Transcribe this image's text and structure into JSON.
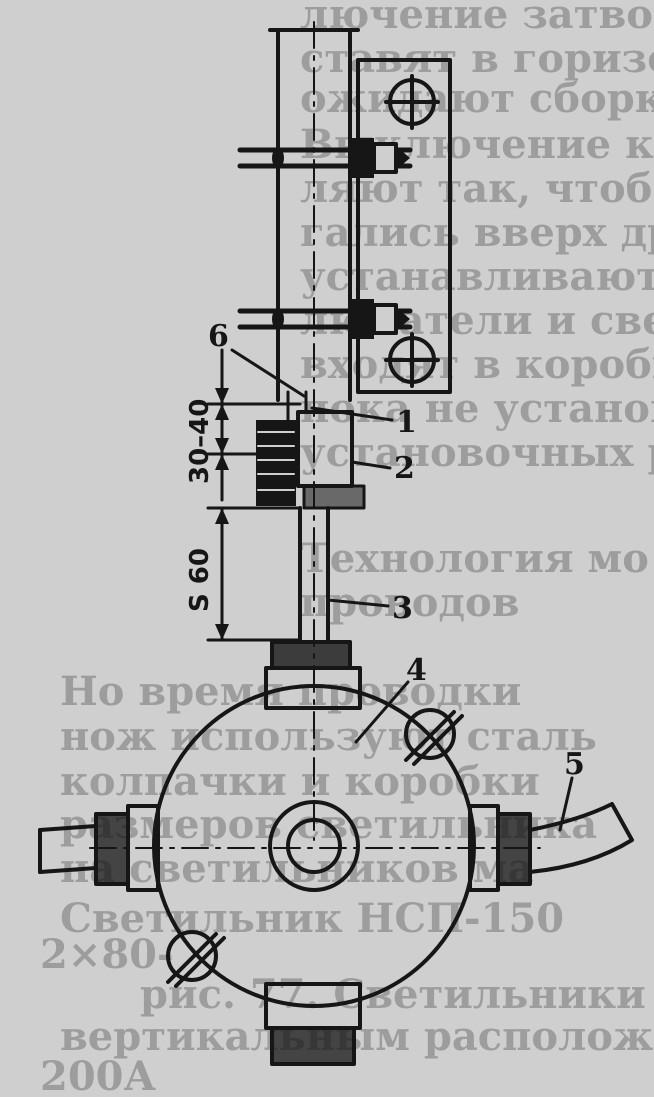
{
  "figure": {
    "part_labels": [
      "1",
      "2",
      "3",
      "4",
      "5",
      "6"
    ],
    "dimension_labels": [
      "30–40",
      "S 60"
    ]
  },
  "background_text": [
    "лючение затвора",
    "ставят в горизонт",
    "ожидают сборку",
    "Выключение контактов",
    "ляют так, чтобы включение",
    "гались вверх других частей",
    "устанавливают на мачте",
    "лючатели и светильники",
    "входят в коробку",
    "пока не установят",
    "установочных работ",
    "Технология мо",
    "проводов",
    "Но время проводки",
    "нож используют сталь",
    "колпачки и коробки",
    "размеров светильника",
    "на светильников ма",
    "Светильник НСП-150",
    "2×80-",
    "рис. 77. Светильники",
    "вертикальным расположением",
    "200А"
  ],
  "colors": {
    "ink": "#161616",
    "paper": "#cfcfcf"
  }
}
